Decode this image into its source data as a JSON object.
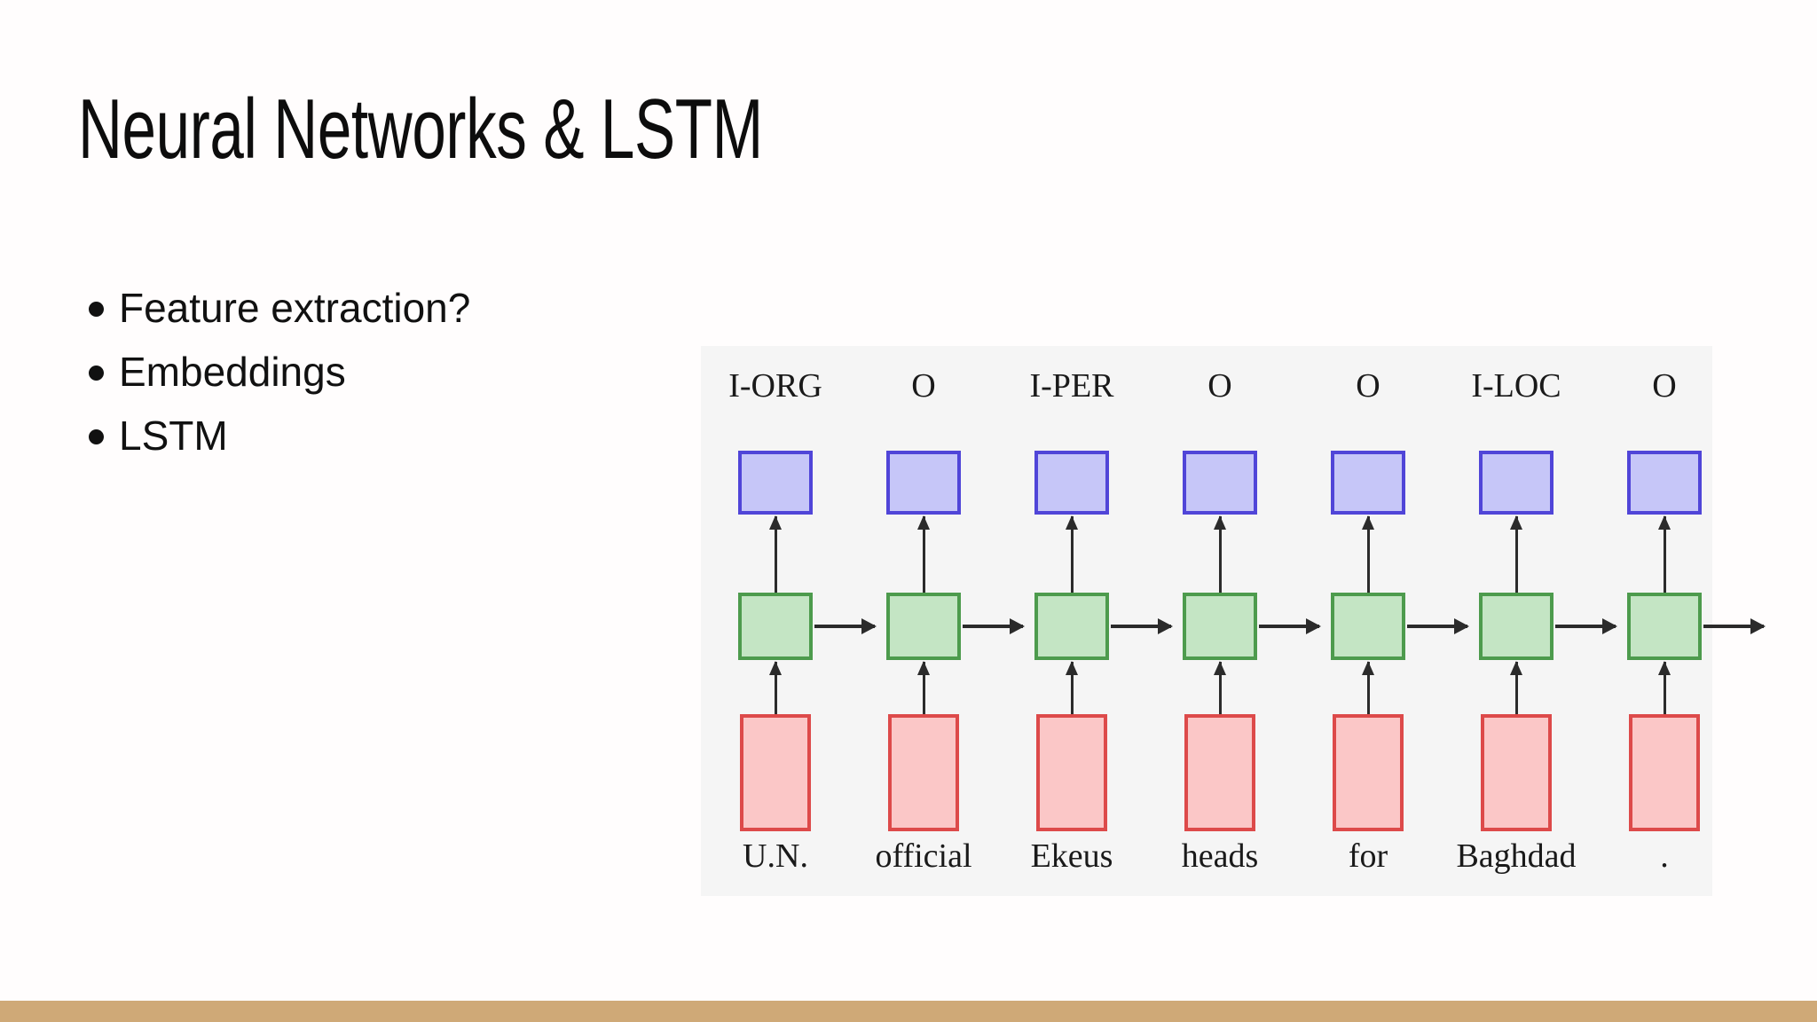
{
  "slide": {
    "title": "Neural Networks & LSTM",
    "background_color": "#fffdfd",
    "accent_bar_color": "#cfa977"
  },
  "bullets": [
    {
      "text": "Feature extraction?"
    },
    {
      "text": "Embeddings"
    },
    {
      "text": "LSTM"
    }
  ],
  "figure": {
    "background_color": "#f5f5f5",
    "caption": "",
    "colors": {
      "output_fill": "#c6c6f8",
      "output_border": "#5045d8",
      "recurrent_fill": "#c4e5c4",
      "recurrent_border": "#4d9b4d",
      "embedding_fill": "#fbc7c7",
      "embedding_border": "#dd4a4a",
      "arrow": "#2b2b2b"
    },
    "columns": [
      {
        "tag": "I-ORG",
        "word": "U.N."
      },
      {
        "tag": "O",
        "word": "official"
      },
      {
        "tag": "I-PER",
        "word": "Ekeus"
      },
      {
        "tag": "O",
        "word": "heads"
      },
      {
        "tag": "O",
        "word": "for"
      },
      {
        "tag": "I-LOC",
        "word": "Baghdad"
      },
      {
        "tag": "O",
        "word": "."
      }
    ]
  }
}
